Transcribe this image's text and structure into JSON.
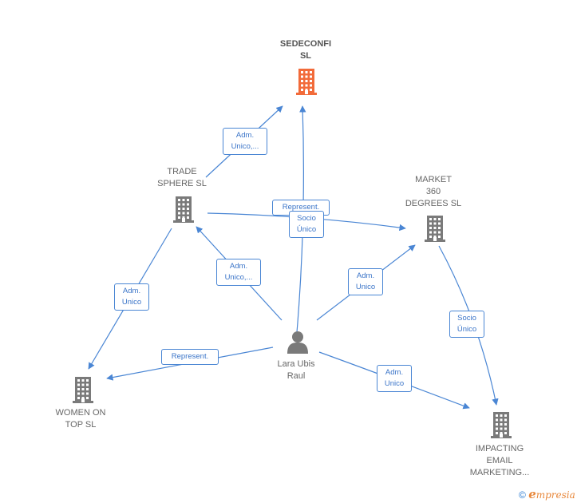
{
  "nodes": {
    "sedeconfi": {
      "label": [
        "SEDECONFI",
        "SL"
      ],
      "type": "company",
      "color": "#f26b3a"
    },
    "trade_sphere": {
      "label": [
        "TRADE",
        "SPHERE SL"
      ],
      "type": "company",
      "color": "#7a7a7a"
    },
    "market360": {
      "label": [
        "MARKET",
        "360",
        "DEGREES SL"
      ],
      "type": "company",
      "color": "#7a7a7a"
    },
    "women_on_top": {
      "label": [
        "WOMEN ON",
        "TOP  SL"
      ],
      "type": "company",
      "color": "#7a7a7a"
    },
    "impacting": {
      "label": [
        "IMPACTING",
        "EMAIL",
        "MARKETING..."
      ],
      "type": "company",
      "color": "#7a7a7a"
    },
    "lara": {
      "label": [
        "Lara Ubis",
        "Raul"
      ],
      "type": "person",
      "color": "#7a7a7a"
    }
  },
  "edges": [
    {
      "from": "trade_sphere",
      "to": "sedeconfi",
      "label": [
        "Adm.",
        "Unico,..."
      ]
    },
    {
      "from": "lara",
      "to": "sedeconfi",
      "label": [
        "Represent."
      ]
    },
    {
      "from": "trade_sphere",
      "to": "market360",
      "label": [
        "Socio",
        "Único"
      ]
    },
    {
      "from": "lara",
      "to": "trade_sphere",
      "label": [
        "Adm.",
        "Unico,..."
      ]
    },
    {
      "from": "trade_sphere",
      "to": "women_on_top",
      "label": [
        "Adm.",
        "Unico"
      ]
    },
    {
      "from": "lara",
      "to": "market360",
      "label": [
        "Adm.",
        "Unico"
      ]
    },
    {
      "from": "market360",
      "to": "impacting",
      "label": [
        "Socio",
        "Único"
      ]
    },
    {
      "from": "lara",
      "to": "women_on_top",
      "label": [
        "Represent."
      ]
    },
    {
      "from": "lara",
      "to": "impacting",
      "label": [
        "Adm.",
        "Unico"
      ]
    }
  ],
  "footer": {
    "copyright": "©",
    "brand_initial": "e",
    "brand_rest": "mpresia"
  },
  "colors": {
    "edge": "#4a86d4",
    "focus_company": "#f26b3a",
    "company": "#7a7a7a"
  }
}
